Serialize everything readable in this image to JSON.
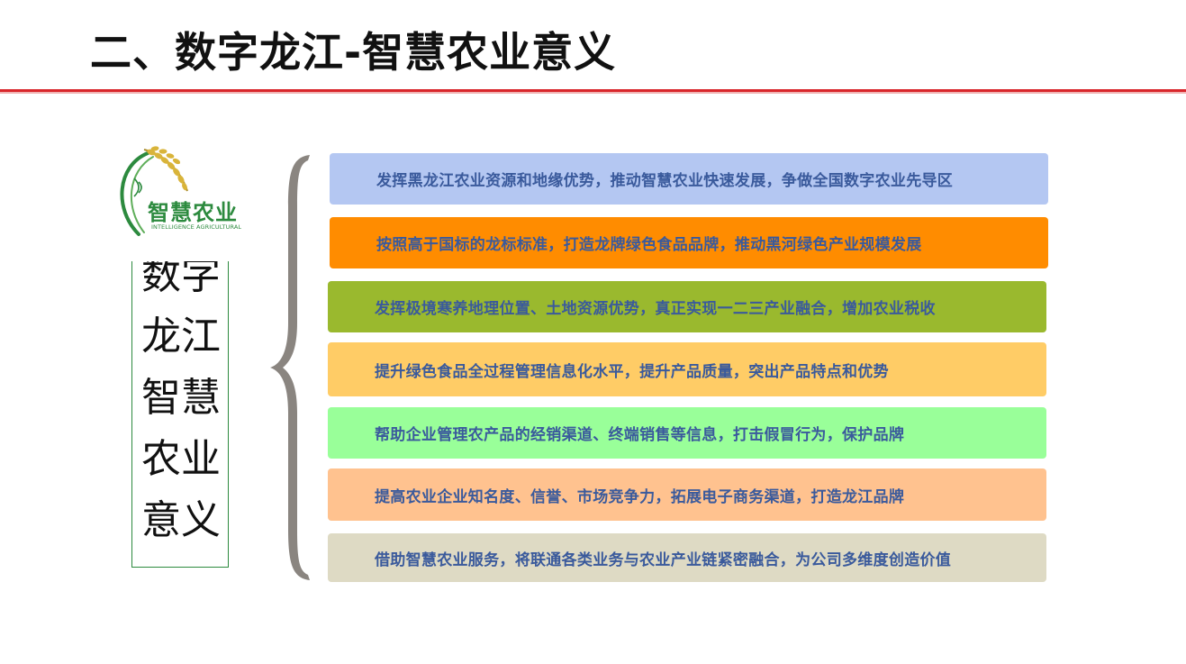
{
  "title": "二、数字龙江-智慧农业意义",
  "logo": {
    "main": "智慧农业",
    "sub": "INTELLIGENCE AGRICULTURAL"
  },
  "vertical_label": [
    "数字",
    "龙江",
    "智慧",
    "农业",
    "意义"
  ],
  "colors": {
    "title_rule": "#d9262b",
    "logo_green": "#2c8a3e",
    "brace": "#8a8580",
    "bar_text": "#3a5a9c"
  },
  "items": [
    {
      "text": "发挥黑龙江农业资源和地缘优势，推动智慧农业快速发展，争做全国数字农业先导区",
      "color": "#b4c7f2"
    },
    {
      "text": "按照高于国标的龙标标准，打造龙牌绿色食品品牌，推动黑河绿色产业规模发展",
      "color": "#ff8c00"
    },
    {
      "text": "发挥极境寒养地理位置、土地资源优势，真正实现一二三产业融合，增加农业税收",
      "color": "#9ab92e"
    },
    {
      "text": "提升绿色食品全过程管理信息化水平，提升产品质量，突出产品特点和优势",
      "color": "#ffcc66"
    },
    {
      "text": "帮助企业管理农产品的经销渠道、终端销售等信息，打击假冒行为，保护品牌",
      "color": "#99ff99"
    },
    {
      "text": "提高农业企业知名度、信誉、市场竞争力，拓展电子商务渠道，打造龙江品牌",
      "color": "#ffc28f"
    },
    {
      "text": "借助智慧农业服务，将联通各类业务与农业产业链紧密融合，为公司多维度创造价值",
      "color": "#dedac4"
    }
  ]
}
